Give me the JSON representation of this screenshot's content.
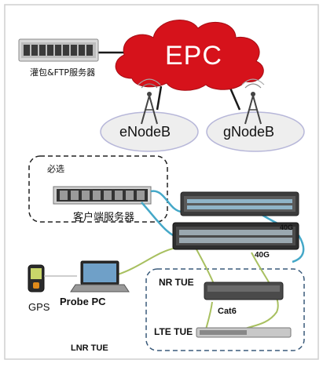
{
  "diagram": {
    "cloud_label": "EPC",
    "cloud_color": "#d6121b",
    "ftp_server_label": "灌包&FTP服务器",
    "enodeb_label": "eNodeB",
    "gnodeb_label": "gNodeB",
    "required_label": "必选",
    "client_server_label": "客户端服务器",
    "link_40g_top": "40G",
    "link_40g_mid": "40G",
    "gps_label": "GPS",
    "probe_pc_label": "Probe PC",
    "nr_tue_label": "NR TUE",
    "cat6_label": "Cat6",
    "lte_tue_label": "LTE TUE",
    "lnr_tue_label": "LNR TUE",
    "link_color": "#45a8c8",
    "green_link_color": "#a8c060"
  }
}
